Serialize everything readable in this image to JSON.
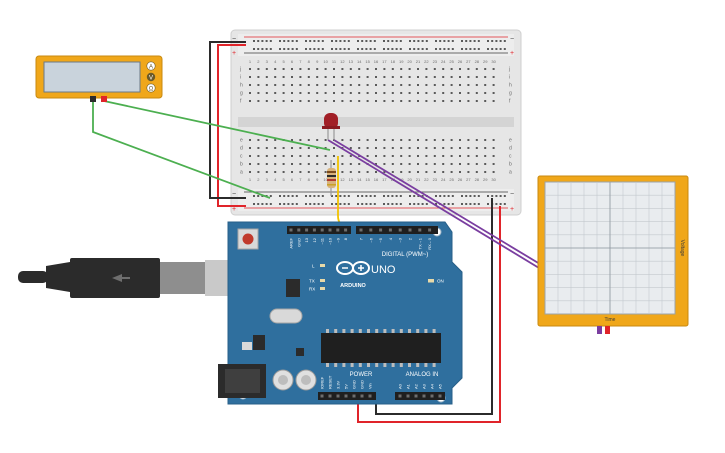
{
  "multimeter": {
    "mode_labels": [
      "A",
      "V",
      "Ω"
    ]
  },
  "breadboard": {
    "rail_plus": "+",
    "rail_minus": "−",
    "column_numbers": [
      "1",
      "2",
      "3",
      "4",
      "5",
      "6",
      "7",
      "8",
      "9",
      "10",
      "11",
      "12",
      "13",
      "14",
      "15",
      "16",
      "17",
      "18",
      "19",
      "20",
      "21",
      "22",
      "23",
      "24",
      "25",
      "26",
      "27",
      "28",
      "29",
      "30"
    ],
    "rows_top": [
      "j",
      "i",
      "h",
      "g",
      "f"
    ],
    "rows_bottom": [
      "e",
      "d",
      "c",
      "b",
      "a"
    ]
  },
  "arduino": {
    "logo_text": "ARDUINO",
    "model": "UNO",
    "digital_label": "DIGITAL (PWM~)",
    "power_label": "POWER",
    "analog_label": "ANALOG IN",
    "on_label": "ON",
    "led_labels": [
      "L",
      "TX",
      "RX"
    ],
    "top_pins": [
      "AREF",
      "GND",
      "13",
      "12",
      "~11",
      "~10",
      "~9",
      "8",
      "7",
      "~6",
      "~5",
      "4",
      "~3",
      "2",
      "TX→1",
      "RX←0"
    ],
    "power_pins": [
      "IOREF",
      "RESET",
      "3.3V",
      "5V",
      "GND",
      "GND",
      "Vin"
    ],
    "analog_pins": [
      "A0",
      "A1",
      "A2",
      "A3",
      "A4",
      "A5"
    ]
  },
  "oscilloscope": {
    "x_label": "Time",
    "y_label": "Voltage"
  },
  "colors": {
    "wire_red": "#e0242a",
    "wire_black": "#2b2b2b",
    "wire_green": "#4caf50",
    "wire_purple": "#7a3ea0",
    "wire_yellow": "#f2c200",
    "board_blue": "#2f6f9e",
    "accent_orange": "#f0a71a"
  }
}
